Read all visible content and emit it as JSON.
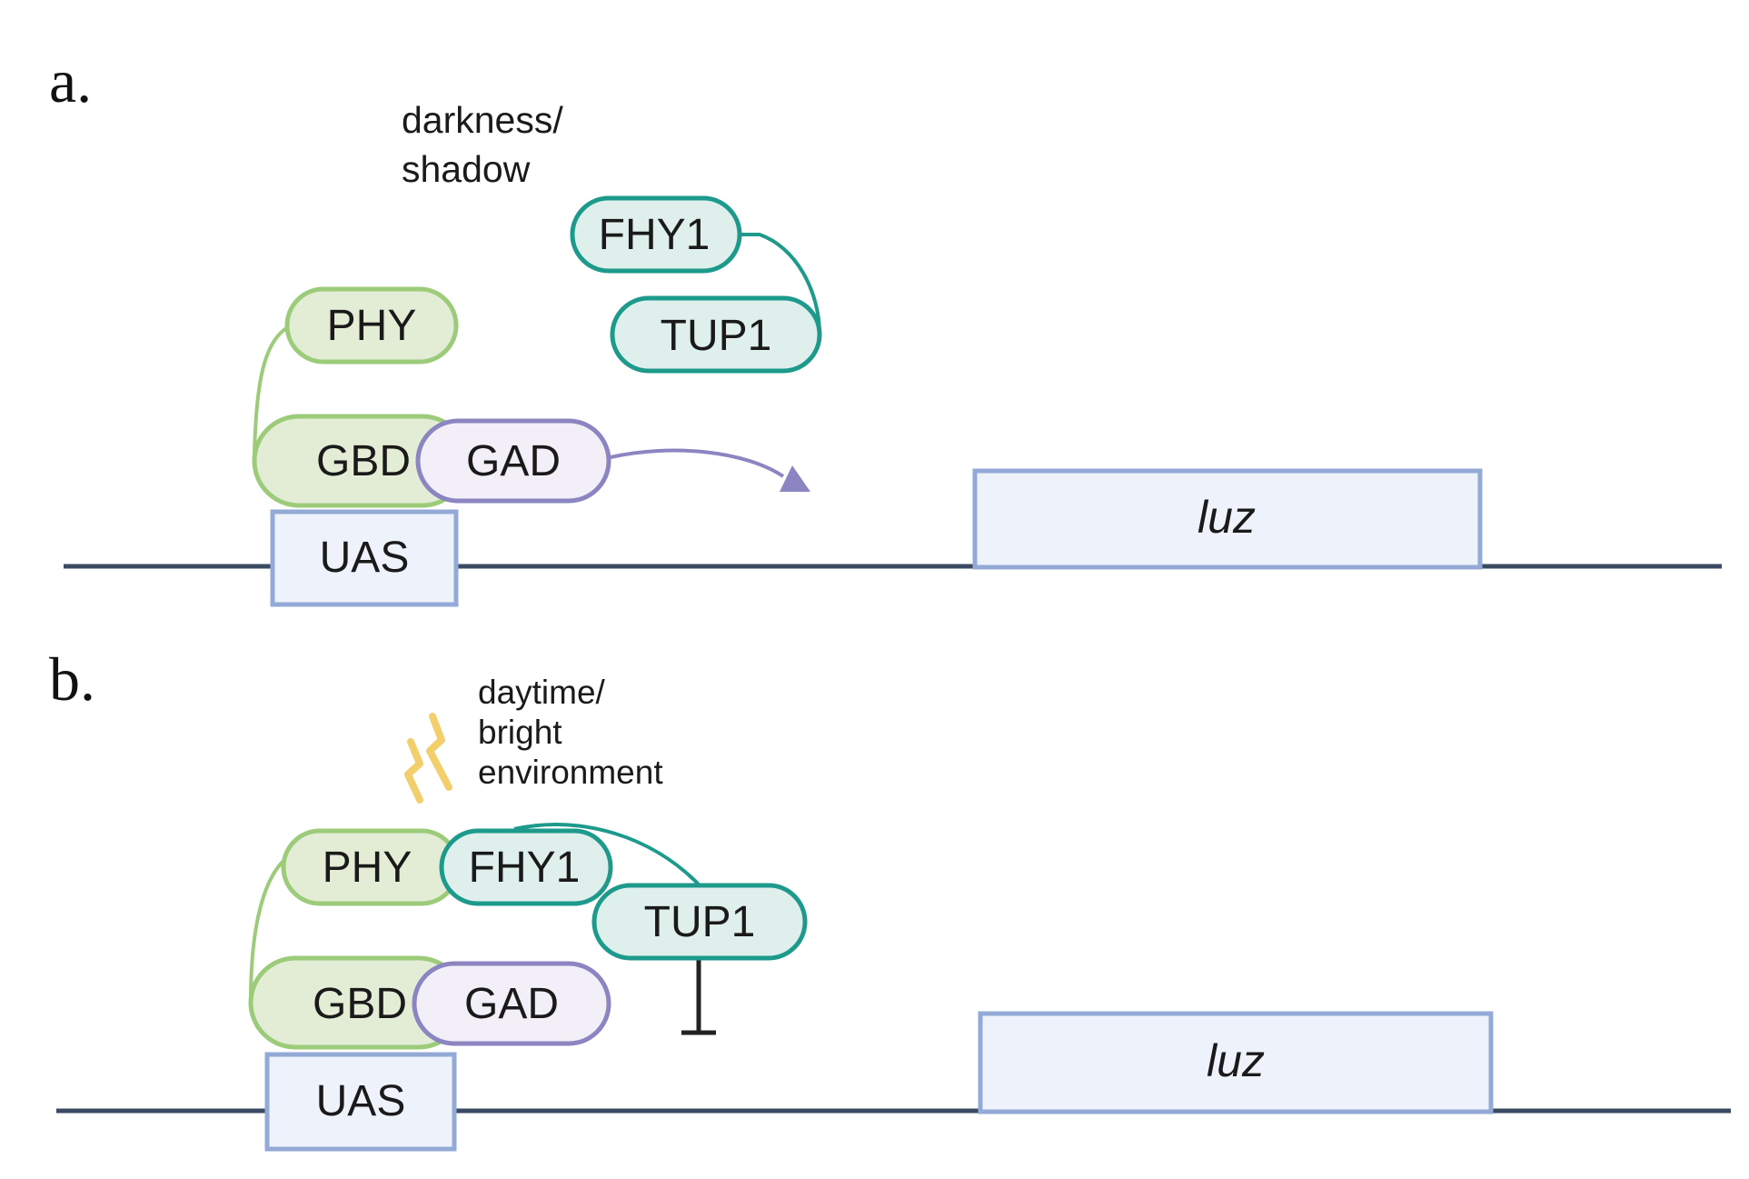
{
  "panel_a": {
    "label": "a.",
    "condition_line1": "darkness/",
    "condition_line2": "shadow",
    "proteins": {
      "phy": "PHY",
      "gbd": "GBD",
      "gad": "GAD",
      "fhy1": "FHY1",
      "tup1": "TUP1"
    },
    "promoter": "UAS",
    "gene": "luz"
  },
  "panel_b": {
    "label": "b.",
    "condition_line1": "daytime/",
    "condition_line2": "bright",
    "condition_line3": "environment",
    "proteins": {
      "phy": "PHY",
      "gbd": "GBD",
      "gad": "GAD",
      "fhy1": "FHY1",
      "tup1": "TUP1"
    },
    "promoter": "UAS",
    "gene": "luz"
  },
  "colors": {
    "phy_fill": "#e3edd6",
    "phy_stroke": "#9ccb7a",
    "gad_fill": "#f3eff8",
    "gad_stroke": "#8b86c2",
    "fhy_fill": "#dff0ec",
    "fhy_stroke": "#1e9a8c",
    "box_fill": "#edf2fb",
    "box_stroke": "#94aad6",
    "dna": "#3a4a63",
    "light": "#f3cf6c"
  }
}
